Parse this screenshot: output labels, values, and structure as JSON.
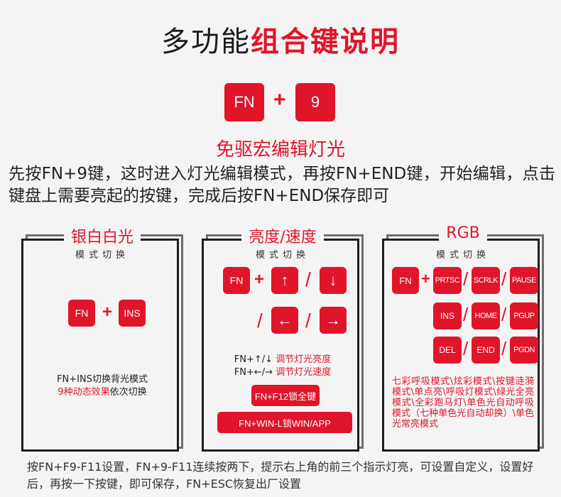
{
  "title": {
    "prefix": "多功能",
    "highlight": "组合键说明"
  },
  "main_combo": {
    "key1": "FN",
    "plus": "+",
    "key2": "9"
  },
  "subtitle": "免驱宏编辑灯光",
  "description": "先按FN+9键，这时进入灯光编辑模式，再按FN+END键，开始编辑，点击键盘上需要亮起的按键，完成后按FN+END保存即可",
  "panels": [
    {
      "title": "银白白光",
      "mode": "模式切换",
      "keys": [
        "FN",
        "INS"
      ],
      "plus": "+",
      "note_line1": "FN+INS切换背光模式",
      "note_red": "9种动态效果",
      "note_rest": "依次切换"
    },
    {
      "title": "亮度/速度",
      "mode": "模式切换",
      "fn": "FN",
      "plus": "+",
      "arrows": [
        "↑",
        "↓",
        "←",
        "→"
      ],
      "slash": "/",
      "note1_black": "FN+↑/↓ ",
      "note1_red": "调节灯光亮度",
      "note2_black": "FN+←/→ ",
      "note2_red": "调节灯光速度",
      "lock_all": "FN+F12锁全键",
      "lock_win": "FN+WIN-L锁WIN/APP"
    },
    {
      "title": "RGB",
      "mode": "模式切换",
      "fn": "FN",
      "plus": "+",
      "slash": "/",
      "row1": [
        "PRTSC",
        "SCRLK",
        "PAUSE"
      ],
      "row2": [
        "INS",
        "HOME",
        "PGUP"
      ],
      "row3": [
        "DEL",
        "END",
        "PGDN"
      ],
      "note": "七彩呼吸模式\\炫彩模式\\按键涟漪模式\\单点亮\\呼吸灯模式\\绿光全亮模式\\全彩跑马灯\\单色光自动呼吸模式（七种单色光自动却换）\\单色光常亮模式"
    }
  ],
  "footer": "按FN+F9-F11设置，FN+9-F11连续按两下，提示右上角的前三个指示灯亮，可设置自定义，设置好后，再按一下按键，即可保存，FN+ESC恢复出厂设置",
  "colors": {
    "accent": "#e0152a",
    "frame": "#1e1e1e",
    "frame_shadow": "#6d6d6d",
    "background": "#f4f4f4"
  }
}
